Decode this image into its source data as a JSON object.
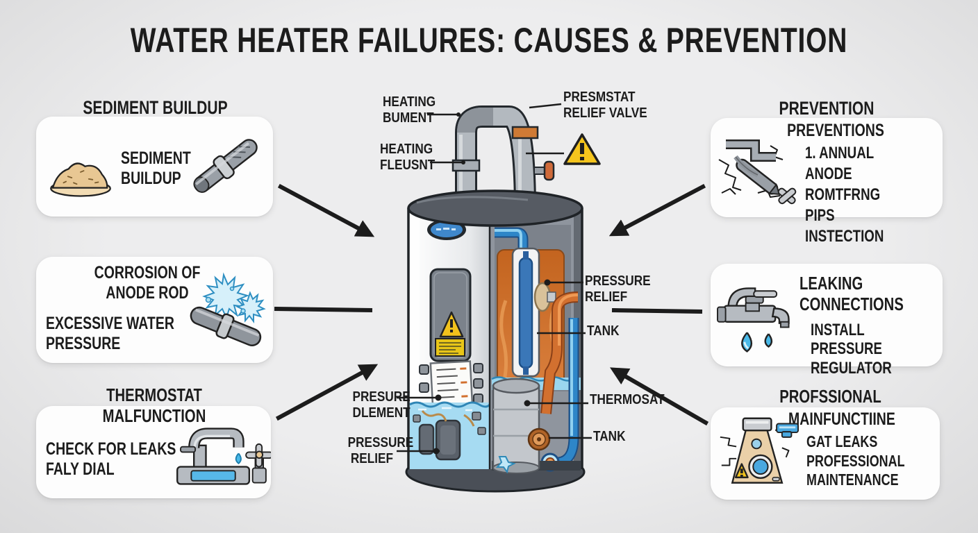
{
  "title": "WATER HEATER FAILURES: CAUSES & PREVENTION",
  "colors": {
    "background": "#eaeaeb",
    "card": "#fdfdfd",
    "text": "#1c1c1c",
    "arrow": "#1c1c1c",
    "warning_yellow": "#f5c51d",
    "copper": "#cf7a35",
    "pipe_gray": "#b3b9bf",
    "water_blue": "#a6dbf2",
    "cold_pipe_blue": "#2e86c8",
    "hot_zone_orange": "#cf7232"
  },
  "boxes": {
    "sediment": {
      "heading": "SEDIMENT BUILDUP",
      "text": "SEDIMENT\nBUILDUP"
    },
    "corrosion": {
      "title": "CORROSION OF\nANODE ROD",
      "text": "EXCESSIVE WATER\nPRESSURE"
    },
    "thermostat": {
      "heading": "THERMOSTAT\nMALFUNCTION",
      "text": "CHECK FOR LEAKS\nFALY DIAL"
    },
    "prevention": {
      "heading": "PREVENTION",
      "subheading": "PREVENTIONS",
      "text": "1. ANNUAL ANODE\nROMTFRNG PIPS\nINSTECTION"
    },
    "leaking": {
      "title": "LEAKING\nCONNECTIONS",
      "text": "INSTALL PRESSURE\nREGULATOR"
    },
    "professional": {
      "heading": "PROFSSIONAL",
      "subheading": "MAINFUNCTIINE",
      "text": "GAT LEAKS\nPROFESSIONAL\nMAINTENANCE"
    }
  },
  "diagram": {
    "labels": {
      "heating_element": "HEATING\nBUMENT",
      "heating_fleusnt": "HEATING\nFLEUSNT",
      "presmstat_valve": "PRESMSTAT\nRELIEF VALVE",
      "pressure_relief_right": "PRESSURE\nRELIEF",
      "tank_right": "TANK",
      "thermosat": "THERMOSAT",
      "tank_lower": "TANK",
      "presure_dlement": "PRESURE\nDLEMENT",
      "pressure_relief_left": "PRESSURE\nRELIEF"
    }
  },
  "icons": [
    "sediment-pile-icon",
    "anode-rod-icon",
    "burst-pipe-icon",
    "dripping-faucet-icon",
    "cracked-pipe-icon",
    "leaking-faucet-icon",
    "maintenance-flask-icon",
    "warning-triangle-icon"
  ]
}
